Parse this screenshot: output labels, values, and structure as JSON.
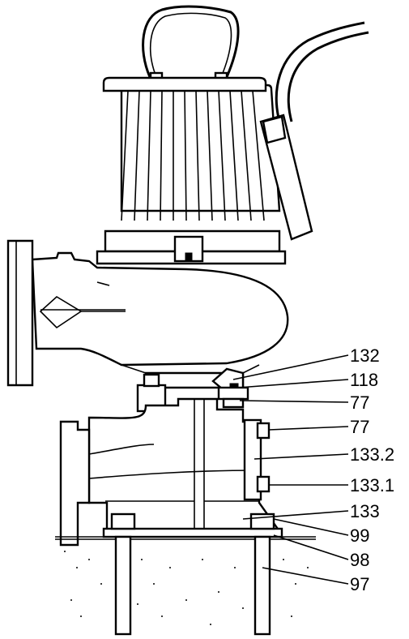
{
  "diagram": {
    "callouts": [
      {
        "id": "c132",
        "label": "132"
      },
      {
        "id": "c118",
        "label": "118"
      },
      {
        "id": "c77a",
        "label": "77"
      },
      {
        "id": "c77b",
        "label": "77"
      },
      {
        "id": "c1332",
        "label": "133.2"
      },
      {
        "id": "c1331",
        "label": "133.1"
      },
      {
        "id": "c133",
        "label": "133"
      },
      {
        "id": "c99",
        "label": "99"
      },
      {
        "id": "c98",
        "label": "98"
      },
      {
        "id": "c97",
        "label": "97"
      }
    ]
  }
}
